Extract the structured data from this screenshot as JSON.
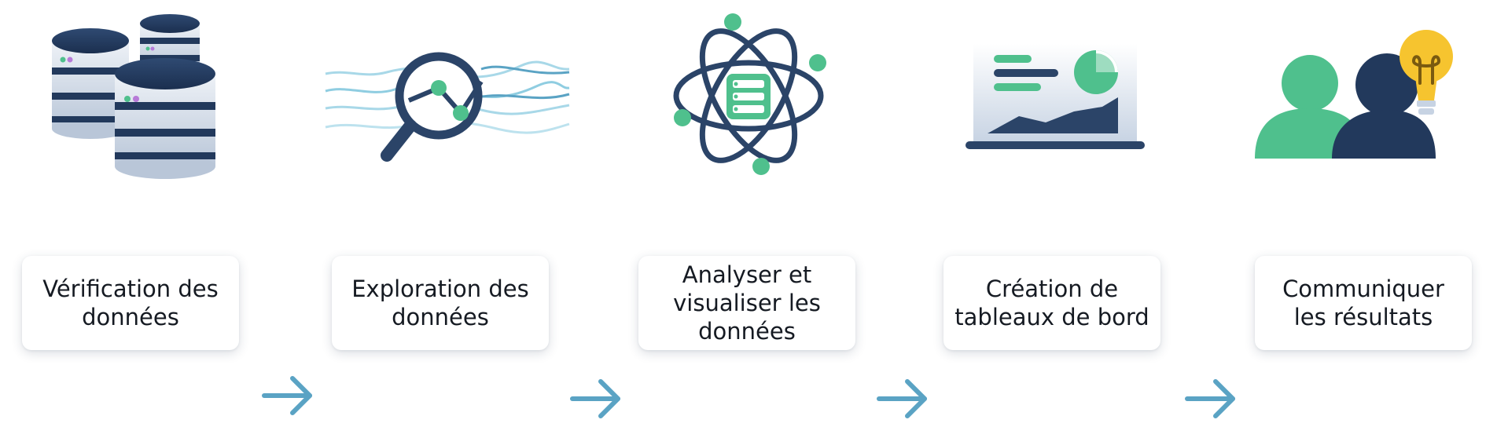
{
  "steps": [
    {
      "label": "Vérification des\ndonnées",
      "icon": "database-stack-icon"
    },
    {
      "label": "Exploration des\ndonnées",
      "icon": "magnifier-trend-icon"
    },
    {
      "label": "Analyser et\nvisualiser les\ndonnées",
      "icon": "atom-server-icon"
    },
    {
      "label": "Création de\ntableaux de bord",
      "icon": "dashboard-screen-icon"
    },
    {
      "label": "Communiquer\nles résultats",
      "icon": "people-idea-icon"
    }
  ],
  "arrows": [
    "right-arrow-icon",
    "right-arrow-icon",
    "right-arrow-icon",
    "right-arrow-icon"
  ],
  "colors": {
    "navy": "#22395c",
    "green": "#4fc08d",
    "teal": "#5aa3c4",
    "light_blue": "#a8d8e8",
    "yellow": "#f6c42f",
    "text": "#151a22"
  }
}
